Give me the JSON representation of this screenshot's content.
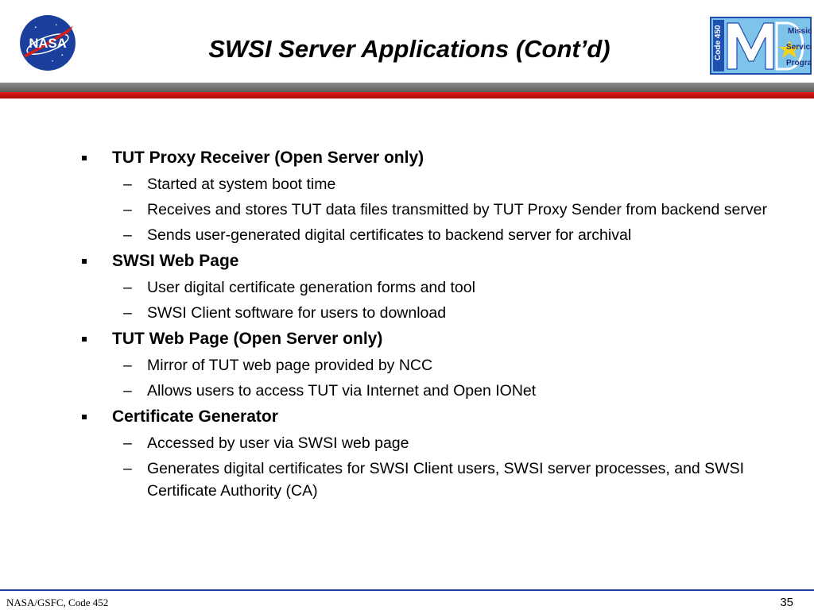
{
  "header": {
    "title": "SWSI Server Applications (Cont’d)",
    "nasa_logo": {
      "icon": "nasa-meatball-logo",
      "text": "NASA"
    },
    "msp_logo": {
      "icon": "mission-services-program-logo",
      "code_text": "Code 450",
      "lines": [
        "Mission",
        "Services",
        "Program"
      ]
    },
    "colors": {
      "band_grey": "#6e6e6e",
      "band_red": "#c81010"
    }
  },
  "content": {
    "groups": [
      {
        "title": "TUT Proxy Receiver (Open Server only)",
        "items": [
          "Started at system boot time",
          "Receives and stores TUT data files transmitted by TUT Proxy Sender from backend server",
          "Sends user-generated digital certificates to backend server for archival"
        ]
      },
      {
        "title": "SWSI Web Page",
        "items": [
          "User digital certificate generation forms and tool",
          "SWSI Client software for users to download"
        ]
      },
      {
        "title": "TUT Web Page (Open Server only)",
        "items": [
          "Mirror of TUT web page provided by NCC",
          "Allows users to access TUT via Internet and Open IONet"
        ]
      },
      {
        "title": "Certificate Generator",
        "items": [
          "Accessed by user via SWSI web page",
          "Generates digital certificates for SWSI Client users, SWSI  server processes, and SWSI Certificate Authority (CA)"
        ]
      }
    ]
  },
  "footer": {
    "left": "NASA/GSFC, Code 452",
    "page_number": "35",
    "rule_color": "#1f3fa0"
  }
}
